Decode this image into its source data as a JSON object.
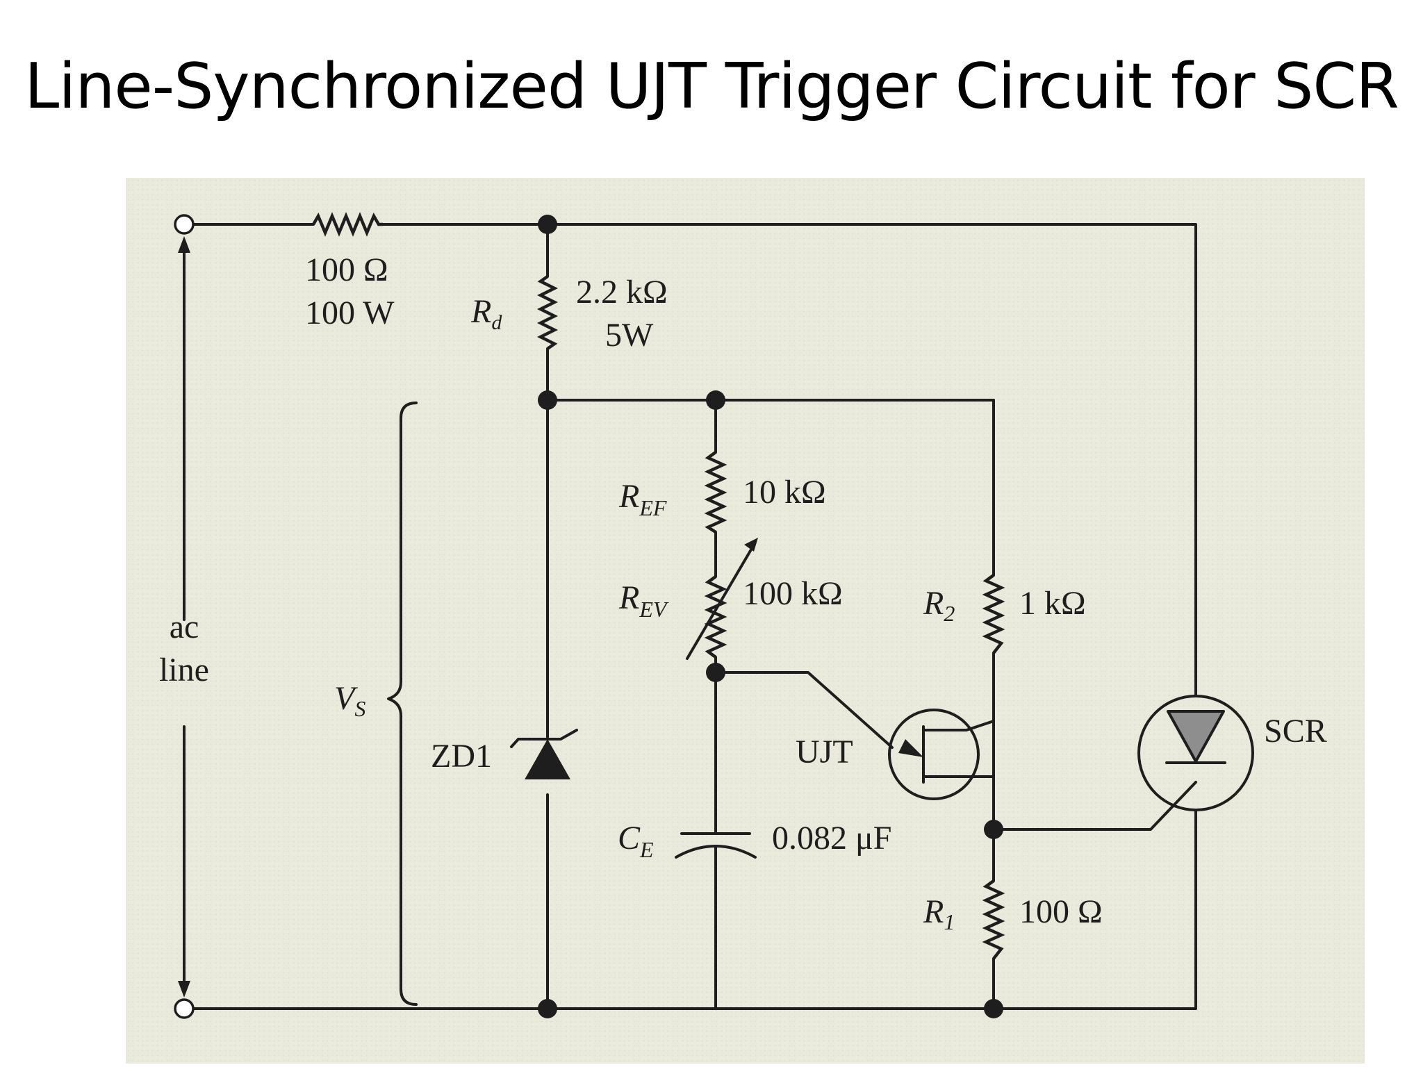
{
  "title": "Line-Synchronized UJT Trigger Circuit for SCR",
  "labels": {
    "r_series_value": "100 Ω",
    "r_series_power": "100 W",
    "rd_symbol": "R",
    "rd_sub": "d",
    "rd_value": "2.2 kΩ",
    "rd_power": "5W",
    "ref_symbol": "R",
    "ref_sub": "EF",
    "ref_value": "10 kΩ",
    "rev_symbol": "R",
    "rev_sub": "EV",
    "rev_value": "100 kΩ",
    "r2_symbol": "R",
    "r2_sub": "2",
    "r2_value": "1 kΩ",
    "r1_symbol": "R",
    "r1_sub": "1",
    "r1_value": "100 Ω",
    "ce_symbol": "C",
    "ce_sub": "E",
    "ce_value": "0.082 μF",
    "zener": "ZD1",
    "ujt": "UJT",
    "scr": "SCR",
    "vs_symbol": "V",
    "vs_sub": "S",
    "ac_line_1": "ac",
    "ac_line_2": "line"
  }
}
